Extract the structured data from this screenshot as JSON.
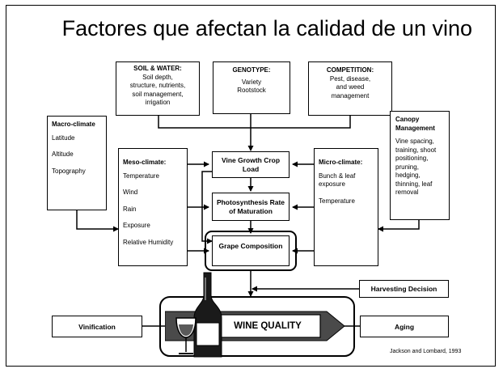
{
  "slide": {
    "title": "Factores que afectan la calidad de un vino",
    "credit": "Jackson and Lombard, 1993"
  },
  "diagram": {
    "soil_water": {
      "heading": "SOIL & WATER:",
      "lines": [
        "Soil depth,",
        "structure, nutrients,",
        "soil management,",
        "irrigation"
      ]
    },
    "genotype": {
      "heading": "GENOTYPE:",
      "lines": [
        "Variety",
        "Rootstock"
      ]
    },
    "competition": {
      "heading": "COMPETITION:",
      "lines": [
        "Pest, disease,",
        "and weed",
        "management"
      ]
    },
    "macro_climate": {
      "heading": "Macro-climate",
      "lines": [
        "Latitude",
        "Altitude",
        "Topography"
      ]
    },
    "meso_climate": {
      "heading": "Meso-climate:",
      "lines": [
        "Temperature",
        "Wind",
        "Rain",
        "Exposure",
        "Relative Humidity"
      ]
    },
    "micro_climate": {
      "heading": "Micro-climate:",
      "lines": [
        "Bunch & leaf",
        "exposure",
        "Temperature"
      ]
    },
    "canopy": {
      "heading": "Canopy Management",
      "lines": [
        "Vine spacing,",
        "training, shoot",
        "positioning,",
        "pruning,",
        "hedging,",
        "thinning, leaf",
        "removal"
      ]
    },
    "vine_growth": {
      "lines": [
        "Vine Growth",
        "Crop Load"
      ]
    },
    "photosynthesis": {
      "lines": [
        "Photosynthesis",
        "Rate of Maturation"
      ]
    },
    "grape_composition": {
      "lines": [
        "Grape",
        "Composition"
      ]
    },
    "harvesting": {
      "label": "Harvesting Decision"
    },
    "vinification": {
      "label": "Vinification"
    },
    "aging": {
      "label": "Aging"
    },
    "wine_quality": {
      "label": "WINE QUALITY"
    }
  }
}
